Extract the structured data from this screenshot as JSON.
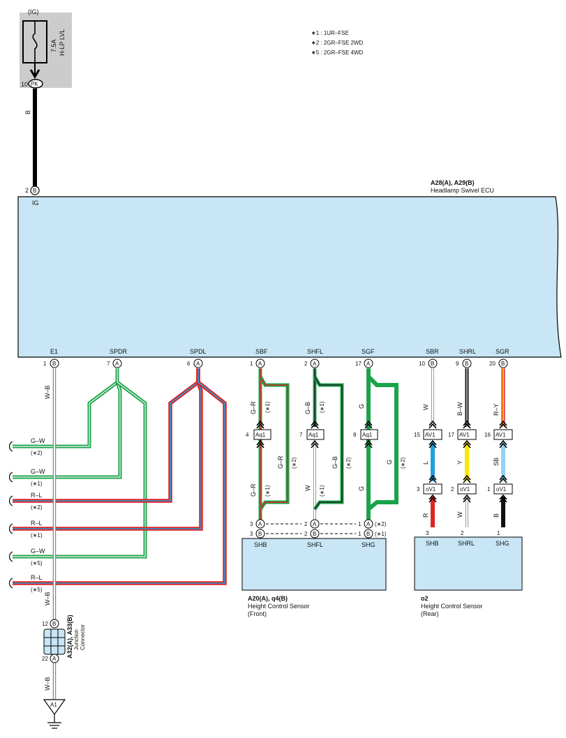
{
  "source": {
    "ig": "(IG)",
    "fuse_amp": "7.5A",
    "fuse_name": "H-LP LVL",
    "pin": "10",
    "pin_letter": "PK",
    "wire_color": "B"
  },
  "notes": [
    "∗1 : 1UR–FSE",
    "∗2 : 2GR–FSE 2WD",
    "∗5 : 2GR–FSE 4WD"
  ],
  "ecu": {
    "connectors": "A28(A), A29(B)",
    "name": "Headlamp Swivel ECU",
    "ig_pin": "2",
    "ig_letter": "B",
    "ig_label": "IG",
    "terminals": [
      {
        "name": "E1",
        "pin": "1",
        "letter": "B"
      },
      {
        "name": "SPDR",
        "pin": "7",
        "letter": "A"
      },
      {
        "name": "SPDL",
        "pin": "6",
        "letter": "A"
      },
      {
        "name": "SBF",
        "pin": "1",
        "letter": "A"
      },
      {
        "name": "SHFL",
        "pin": "2",
        "letter": "A"
      },
      {
        "name": "SGF",
        "pin": "17",
        "letter": "A"
      },
      {
        "name": "SBR",
        "pin": "10",
        "letter": "B"
      },
      {
        "name": "SHRL",
        "pin": "9",
        "letter": "B"
      },
      {
        "name": "SGR",
        "pin": "20",
        "letter": "B"
      }
    ]
  },
  "left_wires": [
    {
      "color": "G–W",
      "note": "(∗2)"
    },
    {
      "color": "G–W",
      "note": "(∗1)"
    },
    {
      "color": "R–L",
      "note": "(∗2)"
    },
    {
      "color": "R–L",
      "note": "(∗1)"
    },
    {
      "color": "G–W",
      "note": "(∗5)"
    },
    {
      "color": "R–L",
      "note": "(∗5)"
    }
  ],
  "ground_wire": {
    "upper": "W–B",
    "lower1": "W–B",
    "lower2": "W–B"
  },
  "junction": {
    "pin_top": "12",
    "letter_top": "B",
    "pin_bottom": "22",
    "letter_bottom": "A",
    "connectors": "A32(A), A33(B)",
    "name1": "Junction",
    "name2": "Connector",
    "ground": "A1"
  },
  "front_wires": {
    "sbf_top": "G–R",
    "sbf_bottom": "G–R",
    "sbf_alt": "G–R",
    "n1": "(∗1)",
    "n2": "(∗2)",
    "shfl_top": "G–B",
    "shfl_bottom": "W",
    "shfl_alt": "G–B",
    "sgf_top": "G",
    "sgf_bottom": "G",
    "sgf_alt": "G",
    "connector": "Aq1",
    "pins": [
      "4",
      "7",
      "8"
    ]
  },
  "front_sensor": {
    "connectors": "A20(A), q4(B)",
    "name1": "Height Control Sensor",
    "name2": "(Front)",
    "terminals": [
      "SHB",
      "SHFL",
      "SHG"
    ],
    "pins_a": [
      "3",
      "2",
      "1"
    ],
    "pins_b": [
      "3",
      "2",
      "1"
    ],
    "note_a": "(∗2)",
    "note_b": "(∗1)"
  },
  "rear_wires": {
    "sbr_top": "W",
    "sbr_mid": "L",
    "sbr_bottom": "R",
    "shrl_top": "B–W",
    "shrl_mid": "Y",
    "shrl_bottom": "W",
    "sgr_top": "R–Y",
    "sgr_mid": "SB",
    "sgr_bottom": "B",
    "av_connector": "AV1",
    "av_pins": [
      "15",
      "17",
      "16"
    ],
    "ov_connector": "oV1",
    "ov_pins": [
      "3",
      "2",
      "1"
    ]
  },
  "rear_sensor": {
    "connector": "o2",
    "name1": "Height Control Sensor",
    "name2": "(Rear)",
    "terminals": [
      "SHB",
      "SHRL",
      "SHG"
    ],
    "pins": [
      "3",
      "2",
      "1"
    ]
  },
  "colors": {
    "ecu_fill": "#c8e6f5",
    "green": "#1aa34a",
    "red": "#e02424",
    "blue": "#1ea0e0",
    "yellow": "#ffe600",
    "lightblue": "#8fd3f5",
    "fuse_box": "#cccccc"
  }
}
